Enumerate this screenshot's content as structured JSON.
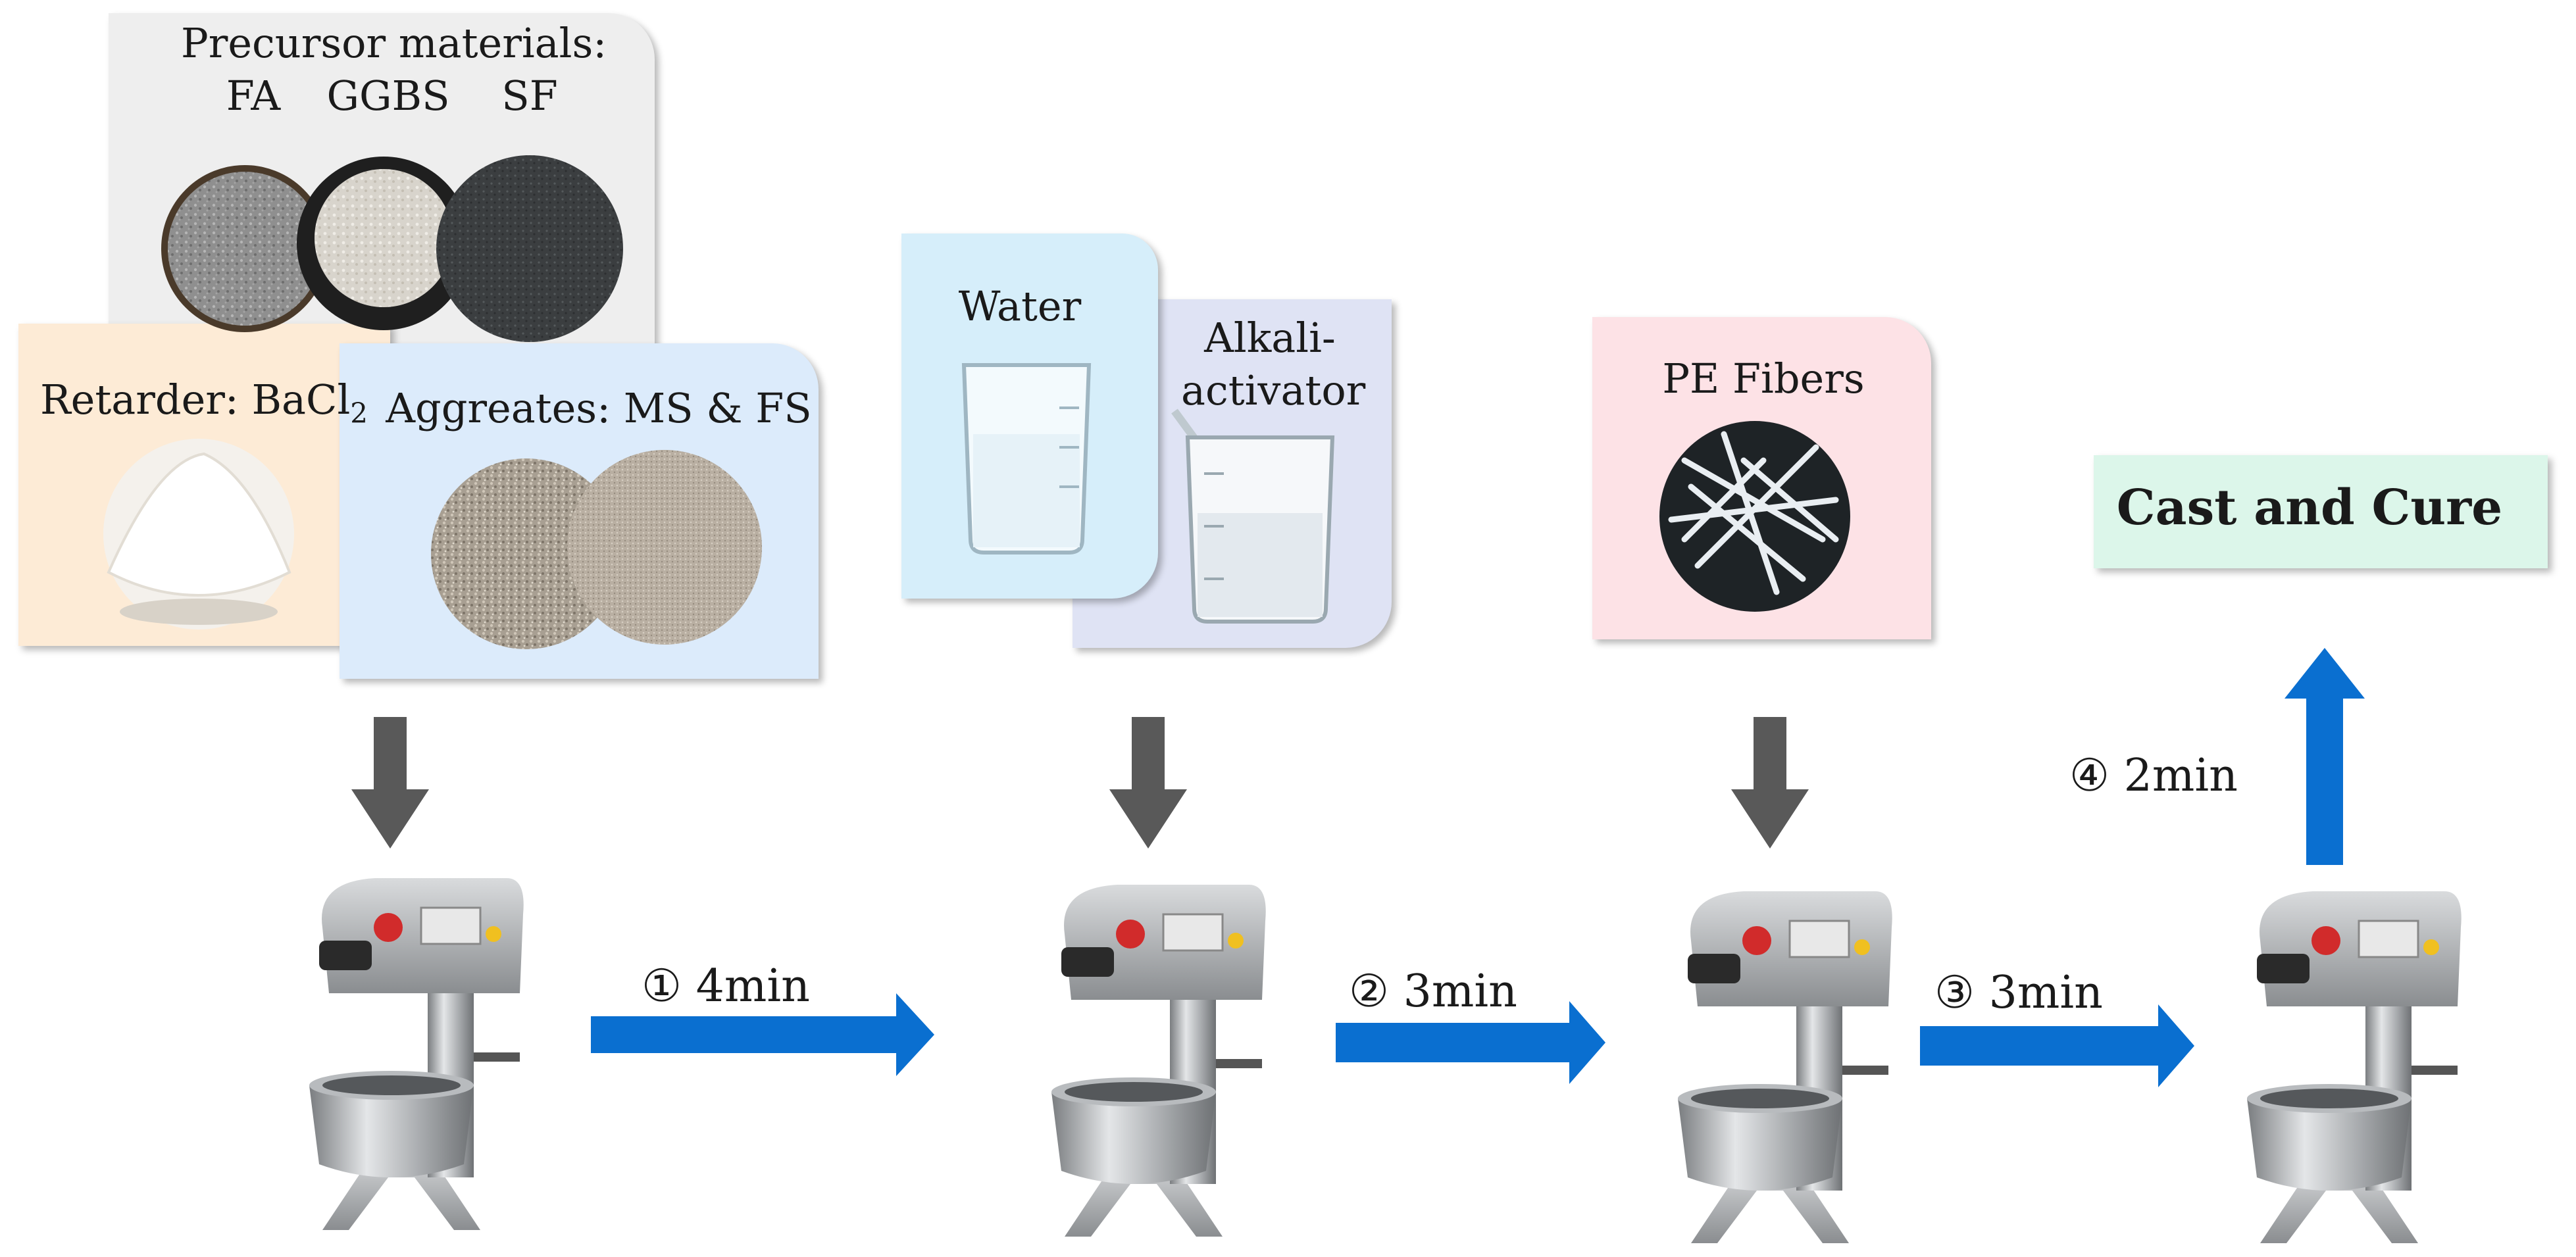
{
  "precursor": {
    "title": "Precursor materials:",
    "items": [
      "FA",
      "GGBS",
      "SF"
    ]
  },
  "retarder": {
    "label": "Retarder: BaCl",
    "subscript": "2"
  },
  "aggregates": {
    "label": "Aggreates: MS & FS"
  },
  "water": {
    "label": "Water"
  },
  "alkali": {
    "line1": "Alkali-",
    "line2": "activator"
  },
  "fibers": {
    "label": "PE Fibers"
  },
  "cast": {
    "label": "Cast and Cure"
  },
  "steps": [
    {
      "num": "①",
      "time": "4min"
    },
    {
      "num": "②",
      "time": "3min"
    },
    {
      "num": "③",
      "time": "3min"
    },
    {
      "num": "④",
      "time": "2min"
    }
  ],
  "colors": {
    "precursor_bg": "#eeeeee",
    "retarder_bg": "#fdebd6",
    "aggregates_bg": "#dcebfb",
    "water_bg": "#d6eefa",
    "alkali_bg": "#dfe3f4",
    "fibers_bg": "#fde2e6",
    "cast_bg": "#dcf6ea",
    "down_arrow": "#595959",
    "flow_arrow": "#0a6fd0"
  }
}
